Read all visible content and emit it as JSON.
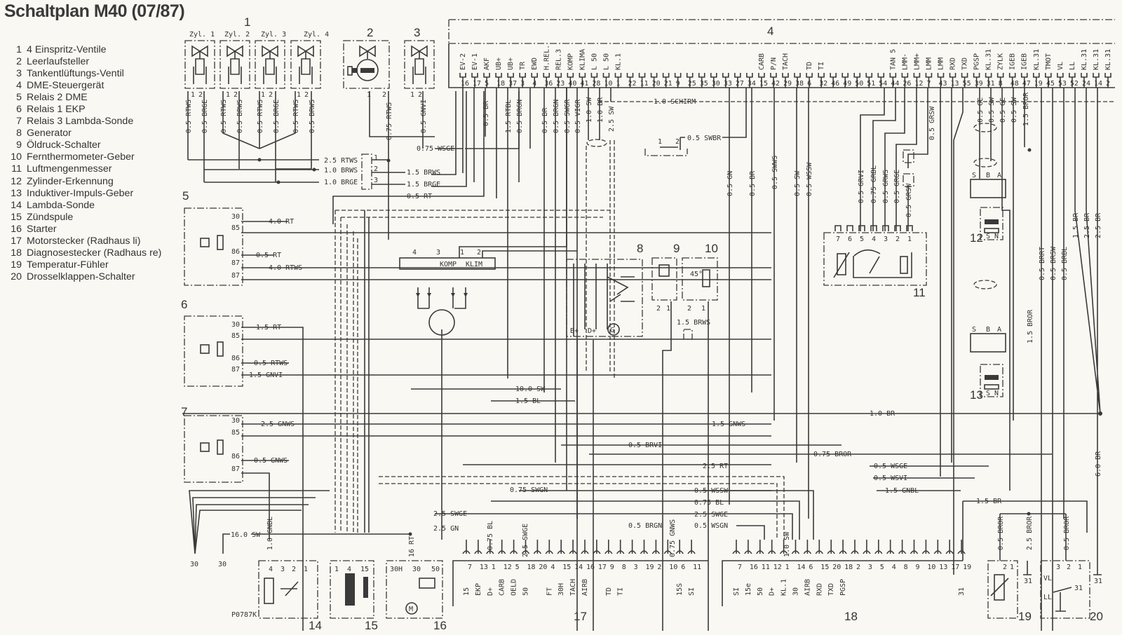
{
  "title": "Schaltplan M40 (07/87)",
  "legend": [
    {
      "num": "1",
      "label": "4 Einspritz-Ventile"
    },
    {
      "num": "2",
      "label": "Leerlaufsteller"
    },
    {
      "num": "3",
      "label": "Tankentlüftungs-Ventil"
    },
    {
      "num": "4",
      "label": "DME-Steuergerät"
    },
    {
      "num": "5",
      "label": "Relais 2 DME"
    },
    {
      "num": "6",
      "label": "Relais 1 EKP"
    },
    {
      "num": "7",
      "label": "Relais 3 Lambda-Sonde"
    },
    {
      "num": "8",
      "label": "Generator"
    },
    {
      "num": "9",
      "label": "Öldruck-Schalter"
    },
    {
      "num": "10",
      "label": "Fernthermometer-Geber"
    },
    {
      "num": "11",
      "label": "Luftmengenmesser"
    },
    {
      "num": "12",
      "label": "Zylinder-Erkennung"
    },
    {
      "num": "13",
      "label": "Induktiver-Impuls-Geber"
    },
    {
      "num": "14",
      "label": "Lambda-Sonde"
    },
    {
      "num": "15",
      "label": "Zündspule"
    },
    {
      "num": "16",
      "label": "Starter"
    },
    {
      "num": "17",
      "label": "Motorstecker (Radhaus li)"
    },
    {
      "num": "18",
      "label": "Diagnosestecker (Radhaus re)"
    },
    {
      "num": "19",
      "label": "Temperatur-Fühler"
    },
    {
      "num": "20",
      "label": "Drosselklappen-Schalter"
    }
  ],
  "component_numbers": {
    "c1": "1",
    "c2": "2",
    "c3": "3",
    "c4": "4",
    "c5": "5",
    "c6": "6",
    "c7": "7",
    "c8": "8",
    "c9": "9",
    "c10": "10",
    "c11": "11",
    "c12": "12",
    "c13": "13",
    "c14": "14",
    "c15": "15",
    "c16": "16",
    "c17": "17",
    "c18": "18",
    "c19": "19",
    "c20": "20"
  },
  "injectors": [
    {
      "label": "Zyl. 1",
      "w1": "0.5 RTWS",
      "w2": "0.5 BRGE"
    },
    {
      "label": "Zyl. 2",
      "w1": "0.5 RTWS",
      "w2": "0.5 BRWS"
    },
    {
      "label": "Zyl. 3",
      "w1": "0.5 RTWS",
      "w2": "0.5 BRGE"
    },
    {
      "label": "Zyl. 4",
      "w1": "0.5 RTWS",
      "w2": "0.5 BRWS"
    }
  ],
  "pin12": {
    "p1": "1",
    "p2": "2"
  },
  "idle_wire": "0.75 RTWS",
  "tev_wire": "0.5 GNVI",
  "harness_left": [
    "2.5 RTWS",
    "1.0 BRWS",
    "1.0 BRGE"
  ],
  "harness_right": [
    "0.75 WSGE",
    "1.5 BRWS",
    "1.5 BRGE",
    "0.5 RT"
  ],
  "connector_pins": [
    "1",
    "2",
    "3"
  ],
  "dme": {
    "pins": [
      {
        "n": "16",
        "s": "EV-2"
      },
      {
        "n": "17",
        "s": "EV-1"
      },
      {
        "n": "5",
        "s": "AKF"
      },
      {
        "n": "18",
        "s": "UB+"
      },
      {
        "n": "37",
        "s": "UB+"
      },
      {
        "n": "3",
        "s": "TR"
      },
      {
        "n": "4",
        "s": "EWD"
      },
      {
        "n": "36",
        "s": "H.REL."
      },
      {
        "n": "23",
        "s": "REL.3"
      },
      {
        "n": "40",
        "s": "KOMP"
      },
      {
        "n": "41",
        "s": "KLIMA"
      },
      {
        "n": "28",
        "s": "L 50"
      },
      {
        "n": "10",
        "s": "L 50"
      },
      {
        "n": "1",
        "s": "KL.1"
      },
      {
        "n": "22",
        "s": ""
      },
      {
        "n": "11",
        "s": ""
      },
      {
        "n": "20",
        "s": ""
      },
      {
        "n": "21",
        "s": ""
      },
      {
        "n": "9",
        "s": ""
      },
      {
        "n": "25",
        "s": ""
      },
      {
        "n": "35",
        "s": ""
      },
      {
        "n": "30",
        "s": ""
      },
      {
        "n": "33",
        "s": ""
      },
      {
        "n": "27",
        "s": ""
      },
      {
        "n": "34",
        "s": ""
      },
      {
        "n": "15",
        "s": "CARB"
      },
      {
        "n": "42",
        "s": "P/N"
      },
      {
        "n": "29",
        "s": "TACH"
      },
      {
        "n": "38",
        "s": ""
      },
      {
        "n": "6",
        "s": "TD"
      },
      {
        "n": "32",
        "s": "TI"
      },
      {
        "n": "46",
        "s": ""
      },
      {
        "n": "49",
        "s": ""
      },
      {
        "n": "50",
        "s": ""
      },
      {
        "n": "51",
        "s": ""
      },
      {
        "n": "54",
        "s": ""
      },
      {
        "n": "44",
        "s": "TAN 5"
      },
      {
        "n": "26",
        "s": "LMM-"
      },
      {
        "n": "12",
        "s": "LMM+"
      },
      {
        "n": "7",
        "s": "LMM"
      },
      {
        "n": "43",
        "s": "LMM"
      },
      {
        "n": "13",
        "s": "RXD"
      },
      {
        "n": "55",
        "s": "TXD"
      },
      {
        "n": "39",
        "s": "PGSP"
      },
      {
        "n": "31",
        "s": "KL.31"
      },
      {
        "n": "8",
        "s": "ZYLK"
      },
      {
        "n": "48",
        "s": "IGEB"
      },
      {
        "n": "47",
        "s": "IGEB"
      },
      {
        "n": "19",
        "s": "KL.31"
      },
      {
        "n": "45",
        "s": "TMOT"
      },
      {
        "n": "53",
        "s": "VL"
      },
      {
        "n": "52",
        "s": "LL"
      },
      {
        "n": "24",
        "s": "KL.31"
      },
      {
        "n": "14",
        "s": "KL.31"
      },
      {
        "n": "2",
        "s": "KL.31"
      }
    ]
  },
  "wires_top": [
    "0.5 BR",
    "1.5 RTBL",
    "0.5 BRGN",
    "0.5 BR",
    "0.5 BRGN",
    "0.5 SWGR",
    "0.5 VIGR",
    "1.0 SW",
    "1.0 BR",
    "2.5 SW",
    "1.0 SCHIRM",
    "0.5 SWBR",
    "0.5 GN",
    "0.5 BR",
    "0.5 SWWS",
    "0.5 SW",
    "0.5 WSSW"
  ],
  "lmm_wires": [
    "0.5 GRVI",
    "0.75 GRBL",
    "0.5 GRWS",
    "0.5 GRGE",
    "0.5 GRSW",
    "0.5 GRSW"
  ],
  "lmm_pins": [
    "7",
    "6",
    "5",
    "4",
    "3",
    "2",
    "1"
  ],
  "sensor_wires": [
    "0.5 GE",
    "0.5 SW",
    "0.5 GE",
    "0.5 SW",
    "1.5 BROR"
  ],
  "sensor_pins": [
    "S",
    "B",
    "A"
  ],
  "sensor_poles": [
    "S",
    "N"
  ],
  "right_wires": [
    "0.5 BRRT",
    "0.5 BRSW",
    "0.5 BRBL",
    "1.5 BR",
    "2.5 BR",
    "2.5 BR",
    "1.5 BROR",
    "6.0 BR"
  ],
  "relay5": {
    "pins": [
      "30",
      "85",
      "86",
      "87",
      "87"
    ],
    "wires": [
      "4.0 RT",
      "0.5 RT",
      "4.0 RTWS"
    ]
  },
  "relay6": {
    "pins": [
      "30",
      "85",
      "86",
      "87"
    ],
    "wires": [
      "1.5 RT",
      "0.5 RTWS",
      "1.5 GNVI"
    ]
  },
  "relay7": {
    "pins": [
      "30",
      "85",
      "86",
      "87"
    ],
    "wires": [
      "2.5 GNWS",
      "0.5 GNWS"
    ]
  },
  "klima": {
    "pins": [
      "4",
      "3",
      "1",
      "2"
    ],
    "labels": [
      "KOMP",
      "KLIM"
    ]
  },
  "switch12": {
    "pins": [
      "1",
      "2"
    ]
  },
  "generator": {
    "terms": [
      "B+",
      "D+"
    ],
    "symbol": "G"
  },
  "oil_pins": [
    "2",
    "1"
  ],
  "temp_pins": [
    "2",
    "1"
  ],
  "temp_angle": "45°",
  "temp_wire": "1.5 BRWS",
  "mid_wires": [
    "10.0 SW",
    "1.5 BL",
    "1.5 GNWS",
    "0.5 BRVI",
    "2.5 RT",
    "0.75 SWGN",
    "0.5 WSSW",
    "0.75 BL",
    "2.5 SWGE",
    "0.5 BRGN",
    "0.5 WSGN",
    "2.5 SWGE",
    "2.5 GN",
    "0.75 BL",
    "2.5 SWGE",
    "0.75 GNWS",
    "1.0 SW",
    "1.0 BR",
    "0.75 BROR",
    "0.5 WSGE",
    "0.5 WSVI",
    "1.5 GNBL",
    "1.5 BR",
    "0.5 BROR",
    "2.5 BROR",
    "0.5 BROR"
  ],
  "bottom_left": {
    "ground": [
      "30",
      "30"
    ],
    "battery_wire": "16.0 SW",
    "lambda_wire": "1.0 GNBL",
    "part": "P0787K",
    "starter_wire": "16 RT"
  },
  "lambda_pins": [
    "4",
    "3",
    "2",
    "1"
  ],
  "coil_pins": [
    "1",
    "4",
    "15"
  ],
  "starter_pins": [
    "30H",
    "30",
    "50"
  ],
  "starter_motor": "M",
  "motor_plug": {
    "pins": [
      "7",
      "13",
      "1",
      "12",
      "5",
      "18",
      "20",
      "4",
      "15",
      "14",
      "16",
      "17",
      "9",
      "8",
      "3",
      "19",
      "2",
      "10",
      "6",
      "11"
    ],
    "signals": [
      "15",
      "EKP",
      "D+",
      "CARB",
      "OELD",
      "50",
      "",
      "FT",
      "30H",
      "TACH",
      "AIRB",
      "",
      "TD",
      "TI",
      "",
      "",
      "",
      "",
      "15S",
      "SI"
    ]
  },
  "diag_plug": {
    "pins": [
      "7",
      "16",
      "11",
      "12",
      "1",
      "14",
      "6",
      "15",
      "20",
      "18",
      "2",
      "3",
      "5",
      "4",
      "8",
      "9",
      "10",
      "13",
      "17",
      "19"
    ],
    "signals": [
      "SI",
      "15e",
      "50",
      "D+",
      "KL.1",
      "30",
      "AIRB",
      "RXD",
      "TXD",
      "PGSP",
      "",
      "",
      "",
      "",
      "",
      "",
      "",
      "",
      "",
      "31"
    ]
  },
  "temp19": {
    "pins": [
      "2",
      "1"
    ]
  },
  "throttle20": {
    "pins": [
      "3",
      "2",
      "1"
    ],
    "labels": [
      "VL",
      "LL",
      "31"
    ]
  },
  "ground31": [
    "31",
    "31"
  ]
}
